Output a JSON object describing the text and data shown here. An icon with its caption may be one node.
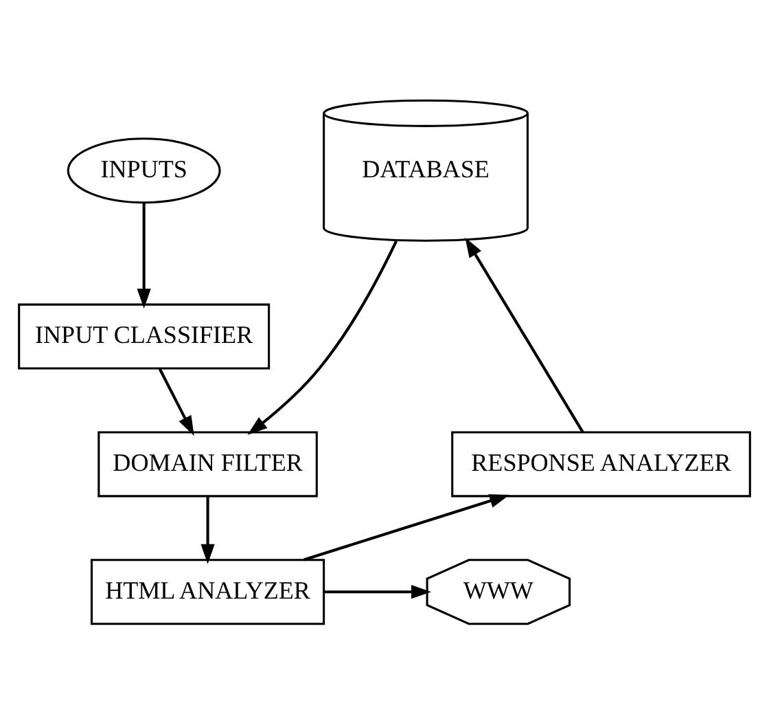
{
  "diagram": {
    "nodes": [
      {
        "text": [
          "INPUTS"
        ]
      },
      {
        "text": [
          "INPUT CLASSIFIER"
        ]
      },
      {
        "text": [
          "DOMAIN FILTER"
        ]
      },
      {
        "text": [
          "HTML ANALYZER"
        ]
      },
      {
        "text": [
          "DATABASE"
        ]
      },
      {
        "text": [
          "RESPONSE ANALYZER"
        ]
      },
      {
        "text": [
          "WWW"
        ]
      }
    ],
    "edges": [
      {
        "from": 0,
        "to": 1,
        "arrow": "to"
      },
      {
        "from": 1,
        "to": 2,
        "arrow": "to"
      },
      {
        "from": 2,
        "to": 3,
        "arrow": "to"
      },
      {
        "from": 4,
        "to": 2,
        "arrow": "to"
      },
      {
        "from": 3,
        "to": 5,
        "arrow": "to"
      },
      {
        "from": 5,
        "to": 4,
        "arrow": "to"
      },
      {
        "from": 3,
        "to": 6,
        "arrow": "to"
      }
    ]
  }
}
